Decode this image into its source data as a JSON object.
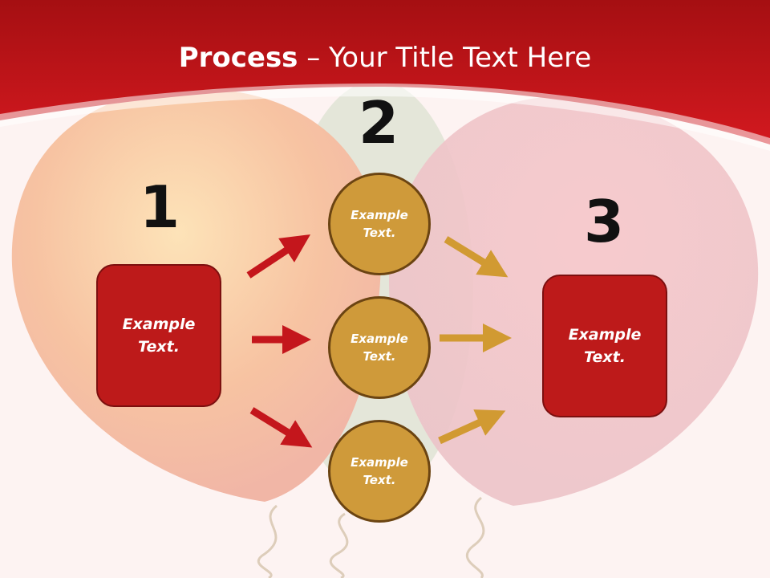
{
  "title": {
    "bold": "Process",
    "rest": " – Your Title Text Here"
  },
  "steps": [
    {
      "number": "1",
      "label": "Example Text."
    },
    {
      "number": "2"
    },
    {
      "number": "3",
      "label": "Example Text."
    }
  ],
  "circles": [
    {
      "label": "Example Text."
    },
    {
      "label": "Example Text."
    },
    {
      "label": "Example Text."
    }
  ],
  "colors": {
    "header": "#c8161b",
    "box": "#bd1a1a",
    "circle": "#cf9a3a",
    "arrow_left": "#c4161c",
    "arrow_right": "#d19a32"
  }
}
